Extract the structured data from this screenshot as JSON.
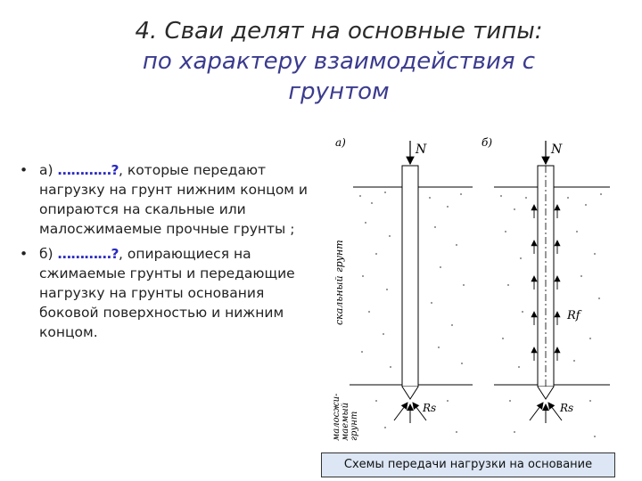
{
  "title": {
    "line1": "4. Сваи делят на основные типы:",
    "line2": "по характеру взаимодействия с",
    "line3": "грунтом"
  },
  "bullets": [
    {
      "marker": "•",
      "prefix": "а) ",
      "blank": "…………?",
      "text": ", которые передают нагрузку на грунт нижним концом и опираются на скальные или малосжимаемые прочные грунты ;"
    },
    {
      "marker": "•",
      "prefix": "б) ",
      "blank": "…………?",
      "text": ", опирающиеся на сжимаемые грунты и передающие нагрузку на грунты основания боковой поверхностью и нижним концом."
    }
  ],
  "figure": {
    "label_a": "а)",
    "label_b": "б)",
    "force_a": "N",
    "force_b": "N",
    "rock_label": "скальный грунт",
    "soil_label_1": "малосжи-",
    "soil_label_2": "маемый",
    "soil_label_3": "грунт",
    "rf_label": "Rf",
    "rs_a": "Rs",
    "rs_b": "Rs"
  },
  "caption": "Схемы передачи нагрузки на основание",
  "colors": {
    "title_line2": "#3b3b8f",
    "blank": "#2a2ac0",
    "caption_bg": "#dce6f4"
  }
}
